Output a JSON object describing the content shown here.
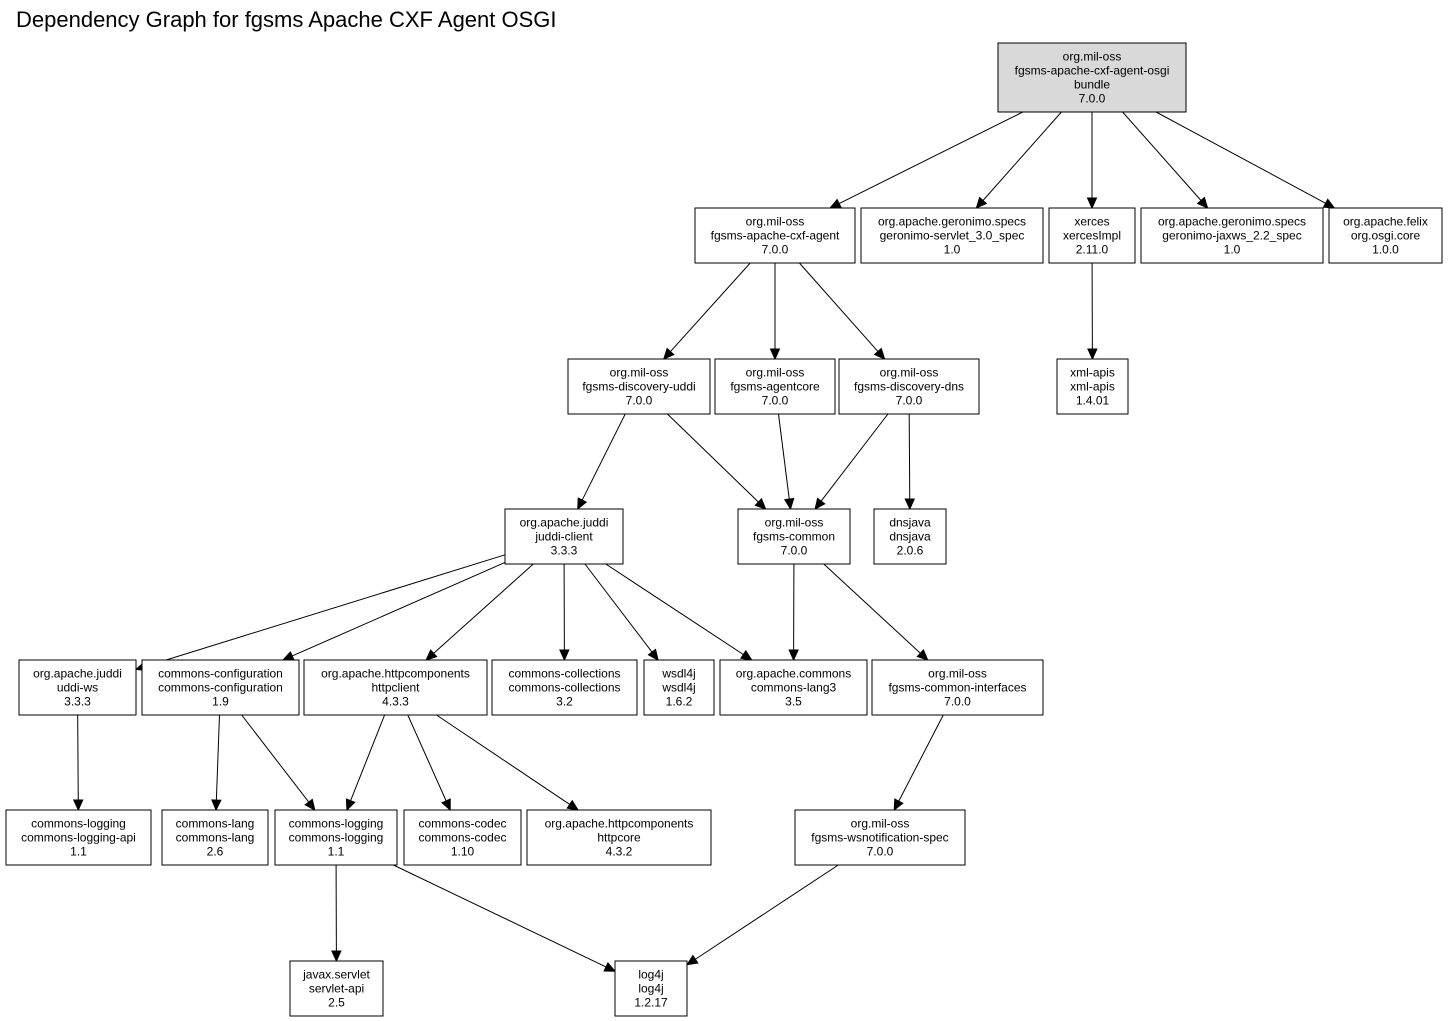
{
  "title": "Dependency Graph for fgsms Apache CXF Agent OSGI",
  "nodes": [
    {
      "id": "root",
      "lines": [
        "org.mil-oss",
        "fgsms-apache-cxf-agent-osgi",
        "bundle",
        "7.0.0"
      ],
      "root": true
    },
    {
      "id": "cxf-agent",
      "lines": [
        "org.mil-oss",
        "fgsms-apache-cxf-agent",
        "7.0.0"
      ]
    },
    {
      "id": "servlet-spec",
      "lines": [
        "org.apache.geronimo.specs",
        "geronimo-servlet_3.0_spec",
        "1.0"
      ]
    },
    {
      "id": "xerces",
      "lines": [
        "xerces",
        "xercesImpl",
        "2.11.0"
      ]
    },
    {
      "id": "jaxws-spec",
      "lines": [
        "org.apache.geronimo.specs",
        "geronimo-jaxws_2.2_spec",
        "1.0"
      ]
    },
    {
      "id": "felix",
      "lines": [
        "org.apache.felix",
        "org.osgi.core",
        "1.0.0"
      ]
    },
    {
      "id": "disc-uddi",
      "lines": [
        "org.mil-oss",
        "fgsms-discovery-uddi",
        "7.0.0"
      ]
    },
    {
      "id": "agentcore",
      "lines": [
        "org.mil-oss",
        "fgsms-agentcore",
        "7.0.0"
      ]
    },
    {
      "id": "disc-dns",
      "lines": [
        "org.mil-oss",
        "fgsms-discovery-dns",
        "7.0.0"
      ]
    },
    {
      "id": "xml-apis",
      "lines": [
        "xml-apis",
        "xml-apis",
        "1.4.01"
      ]
    },
    {
      "id": "juddi-client",
      "lines": [
        "org.apache.juddi",
        "juddi-client",
        "3.3.3"
      ]
    },
    {
      "id": "common",
      "lines": [
        "org.mil-oss",
        "fgsms-common",
        "7.0.0"
      ]
    },
    {
      "id": "dnsjava",
      "lines": [
        "dnsjava",
        "dnsjava",
        "2.0.6"
      ]
    },
    {
      "id": "uddi-ws",
      "lines": [
        "org.apache.juddi",
        "uddi-ws",
        "3.3.3"
      ]
    },
    {
      "id": "commons-config",
      "lines": [
        "commons-configuration",
        "commons-configuration",
        "1.9"
      ]
    },
    {
      "id": "httpclient",
      "lines": [
        "org.apache.httpcomponents",
        "httpclient",
        "4.3.3"
      ]
    },
    {
      "id": "commons-collections",
      "lines": [
        "commons-collections",
        "commons-collections",
        "3.2"
      ]
    },
    {
      "id": "wsdl4j",
      "lines": [
        "wsdl4j",
        "wsdl4j",
        "1.6.2"
      ]
    },
    {
      "id": "commons-lang3",
      "lines": [
        "org.apache.commons",
        "commons-lang3",
        "3.5"
      ]
    },
    {
      "id": "common-interfaces",
      "lines": [
        "org.mil-oss",
        "fgsms-common-interfaces",
        "7.0.0"
      ]
    },
    {
      "id": "logging-api",
      "lines": [
        "commons-logging",
        "commons-logging-api",
        "1.1"
      ]
    },
    {
      "id": "commons-lang",
      "lines": [
        "commons-lang",
        "commons-lang",
        "2.6"
      ]
    },
    {
      "id": "commons-logging",
      "lines": [
        "commons-logging",
        "commons-logging",
        "1.1"
      ]
    },
    {
      "id": "commons-codec",
      "lines": [
        "commons-codec",
        "commons-codec",
        "1.10"
      ]
    },
    {
      "id": "httpcore",
      "lines": [
        "org.apache.httpcomponents",
        "httpcore",
        "4.3.2"
      ]
    },
    {
      "id": "wsnotification",
      "lines": [
        "org.mil-oss",
        "fgsms-wsnotification-spec",
        "7.0.0"
      ]
    },
    {
      "id": "servlet-api",
      "lines": [
        "javax.servlet",
        "servlet-api",
        "2.5"
      ]
    },
    {
      "id": "log4j",
      "lines": [
        "log4j",
        "log4j",
        "1.2.17"
      ]
    }
  ],
  "edges": [
    [
      "root",
      "cxf-agent"
    ],
    [
      "root",
      "servlet-spec"
    ],
    [
      "root",
      "xerces"
    ],
    [
      "root",
      "jaxws-spec"
    ],
    [
      "root",
      "felix"
    ],
    [
      "cxf-agent",
      "disc-uddi"
    ],
    [
      "cxf-agent",
      "agentcore"
    ],
    [
      "cxf-agent",
      "disc-dns"
    ],
    [
      "xerces",
      "xml-apis"
    ],
    [
      "disc-uddi",
      "juddi-client"
    ],
    [
      "disc-uddi",
      "common"
    ],
    [
      "agentcore",
      "common"
    ],
    [
      "disc-dns",
      "common"
    ],
    [
      "disc-dns",
      "dnsjava"
    ],
    [
      "juddi-client",
      "uddi-ws"
    ],
    [
      "juddi-client",
      "commons-config"
    ],
    [
      "juddi-client",
      "httpclient"
    ],
    [
      "juddi-client",
      "commons-collections"
    ],
    [
      "juddi-client",
      "wsdl4j"
    ],
    [
      "juddi-client",
      "commons-lang3"
    ],
    [
      "common",
      "commons-lang3"
    ],
    [
      "common",
      "common-interfaces"
    ],
    [
      "uddi-ws",
      "logging-api"
    ],
    [
      "commons-config",
      "commons-lang"
    ],
    [
      "commons-config",
      "commons-logging"
    ],
    [
      "httpclient",
      "commons-logging"
    ],
    [
      "httpclient",
      "commons-codec"
    ],
    [
      "httpclient",
      "httpcore"
    ],
    [
      "common-interfaces",
      "wsnotification"
    ],
    [
      "commons-logging",
      "servlet-api"
    ],
    [
      "commons-logging",
      "log4j"
    ],
    [
      "wsnotification",
      "log4j"
    ]
  ]
}
